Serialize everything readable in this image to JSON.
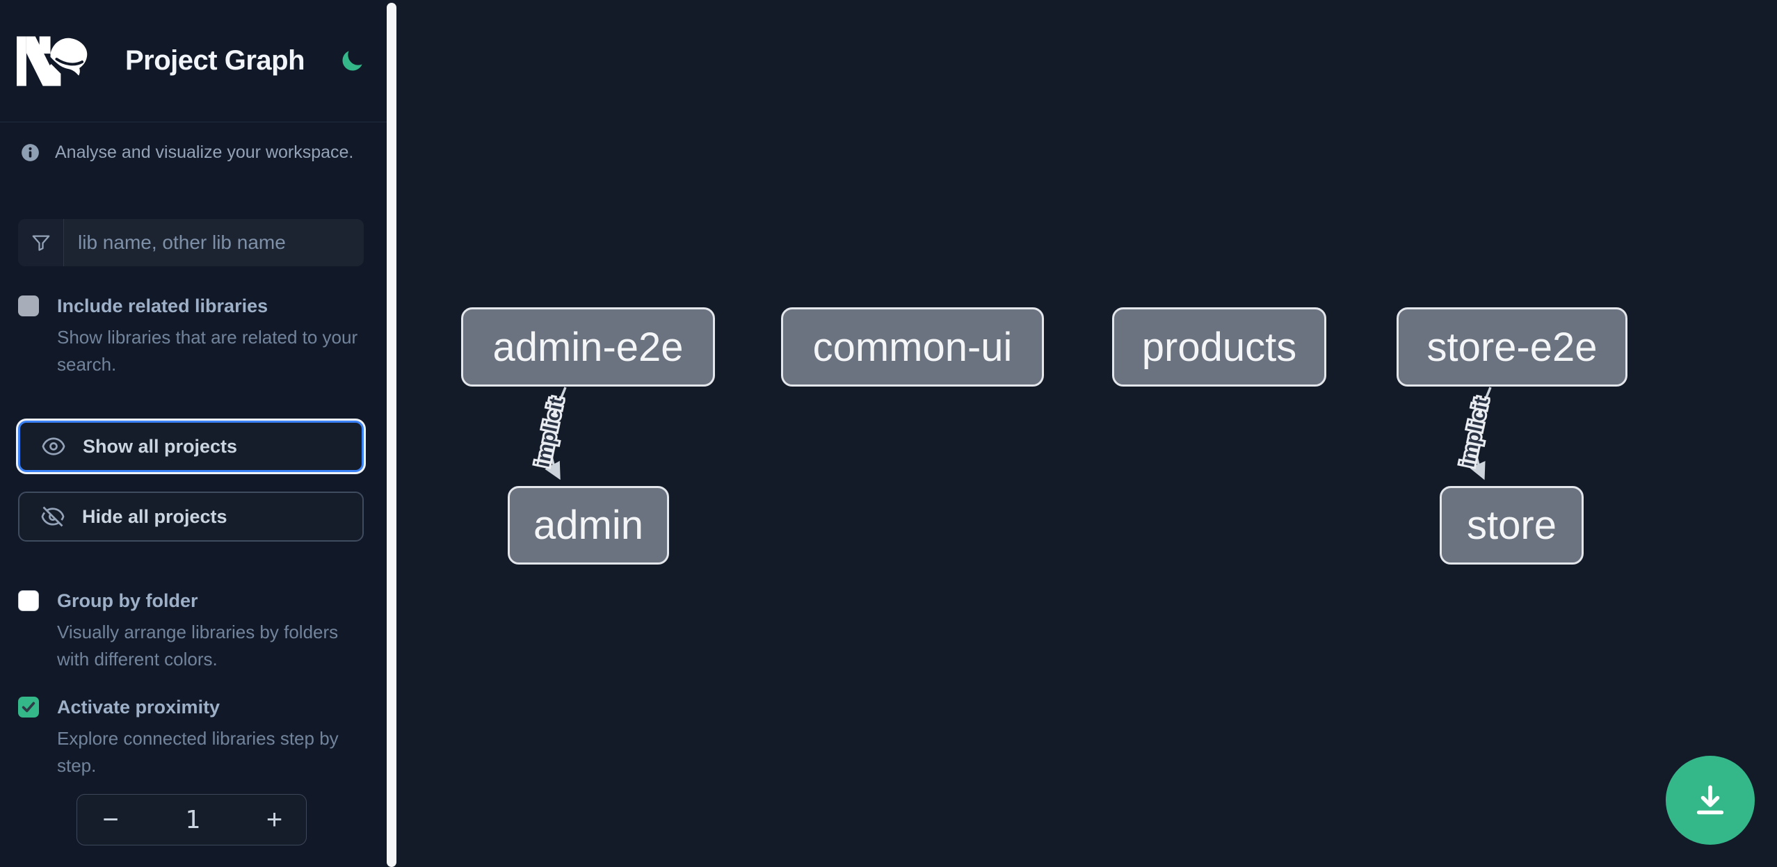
{
  "header": {
    "app_name": "Nx",
    "title": "Project Graph"
  },
  "sidebar": {
    "tagline": "Analyse and visualize your workspace.",
    "search": {
      "placeholder": "lib name, other lib name"
    },
    "include_related": {
      "label": "Include related libraries",
      "description": "Show libraries that are related to your search.",
      "checked": false
    },
    "show_all_label": "Show all projects",
    "hide_all_label": "Hide all projects",
    "group_by_folder": {
      "label": "Group by folder",
      "description": "Visually arrange libraries by folders with different colors.",
      "checked": false
    },
    "proximity": {
      "label": "Activate proximity",
      "description": "Explore connected libraries step by step.",
      "checked": true
    },
    "stepper": {
      "decrement": "−",
      "value": "1",
      "increment": "+"
    }
  },
  "graph": {
    "nodes": [
      {
        "label": "admin-e2e"
      },
      {
        "label": "common-ui"
      },
      {
        "label": "products"
      },
      {
        "label": "store-e2e"
      },
      {
        "label": "admin"
      },
      {
        "label": "store"
      }
    ],
    "edges": [
      {
        "from": "admin-e2e",
        "to": "admin",
        "label": "implicit"
      },
      {
        "from": "store-e2e",
        "to": "store",
        "label": "implicit"
      }
    ]
  },
  "colors": {
    "background": "#131b29",
    "accent_green": "#34b789",
    "focus_blue": "#3b82f6",
    "node_fill": "#6b7280",
    "node_border": "#e3e6ea",
    "edge": "#cdd3da"
  }
}
